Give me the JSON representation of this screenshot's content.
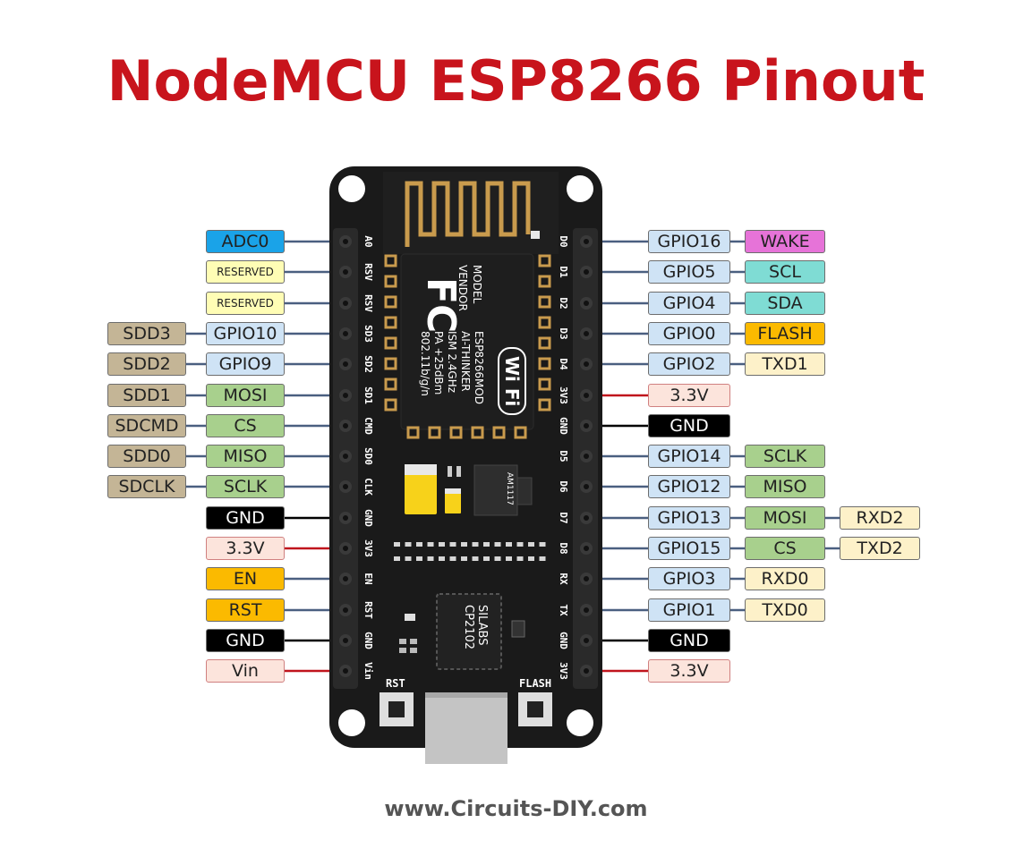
{
  "title": "NodeMCU ESP8266 Pinout",
  "footer": "www.Circuits-DIY.com",
  "colors": {
    "title": "#c8141c",
    "board": "#1a1a1a",
    "adc": "#1aa3e8",
    "reserved": "#fffdb5",
    "sdd": "#c4b596",
    "gpio": "#cfe3f5",
    "spi": "#a8d08d",
    "gnd": "#000000",
    "power": "#fce4dc",
    "control": "#fbba00",
    "wake": "#e673d8",
    "i2c": "#7fdcd4",
    "uart": "#fdf1c9",
    "power_line": "#c0141c"
  },
  "left_pins": [
    {
      "silk": "A0",
      "labels": [
        "ADC0"
      ],
      "kinds": [
        "adc"
      ]
    },
    {
      "silk": "RSV",
      "labels": [
        "RESERVED"
      ],
      "kinds": [
        "reserved"
      ]
    },
    {
      "silk": "RSV",
      "labels": [
        "RESERVED"
      ],
      "kinds": [
        "reserved"
      ]
    },
    {
      "silk": "SD3",
      "labels": [
        "GPIO10",
        "SDD3"
      ],
      "kinds": [
        "gpio",
        "sdd"
      ]
    },
    {
      "silk": "SD2",
      "labels": [
        "GPIO9",
        "SDD2"
      ],
      "kinds": [
        "gpio",
        "sdd"
      ]
    },
    {
      "silk": "SD1",
      "labels": [
        "MOSI",
        "SDD1"
      ],
      "kinds": [
        "spi",
        "sdd"
      ]
    },
    {
      "silk": "CMD",
      "labels": [
        "CS",
        "SDCMD"
      ],
      "kinds": [
        "spi",
        "sdd"
      ]
    },
    {
      "silk": "SD0",
      "labels": [
        "MISO",
        "SDD0"
      ],
      "kinds": [
        "spi",
        "sdd"
      ]
    },
    {
      "silk": "CLK",
      "labels": [
        "SCLK",
        "SDCLK"
      ],
      "kinds": [
        "spi",
        "sdd"
      ]
    },
    {
      "silk": "GND",
      "labels": [
        "GND"
      ],
      "kinds": [
        "gnd"
      ]
    },
    {
      "silk": "3V3",
      "labels": [
        "3.3V"
      ],
      "kinds": [
        "power"
      ]
    },
    {
      "silk": "EN",
      "labels": [
        "EN"
      ],
      "kinds": [
        "control"
      ]
    },
    {
      "silk": "RST",
      "labels": [
        "RST"
      ],
      "kinds": [
        "control"
      ]
    },
    {
      "silk": "GND",
      "labels": [
        "GND"
      ],
      "kinds": [
        "gnd"
      ]
    },
    {
      "silk": "Vin",
      "labels": [
        "Vin"
      ],
      "kinds": [
        "power"
      ]
    }
  ],
  "right_pins": [
    {
      "silk": "D0",
      "labels": [
        "GPIO16",
        "WAKE"
      ],
      "kinds": [
        "gpio",
        "wake"
      ]
    },
    {
      "silk": "D1",
      "labels": [
        "GPIO5",
        "SCL"
      ],
      "kinds": [
        "gpio",
        "i2c"
      ]
    },
    {
      "silk": "D2",
      "labels": [
        "GPIO4",
        "SDA"
      ],
      "kinds": [
        "gpio",
        "i2c"
      ]
    },
    {
      "silk": "D3",
      "labels": [
        "GPIO0",
        "FLASH"
      ],
      "kinds": [
        "gpio",
        "control"
      ]
    },
    {
      "silk": "D4",
      "labels": [
        "GPIO2",
        "TXD1"
      ],
      "kinds": [
        "gpio",
        "uart"
      ]
    },
    {
      "silk": "3V3",
      "labels": [
        "3.3V"
      ],
      "kinds": [
        "power"
      ]
    },
    {
      "silk": "GND",
      "labels": [
        "GND"
      ],
      "kinds": [
        "gnd"
      ]
    },
    {
      "silk": "D5",
      "labels": [
        "GPIO14",
        "SCLK"
      ],
      "kinds": [
        "gpio",
        "spi"
      ]
    },
    {
      "silk": "D6",
      "labels": [
        "GPIO12",
        "MISO"
      ],
      "kinds": [
        "gpio",
        "spi"
      ]
    },
    {
      "silk": "D7",
      "labels": [
        "GPIO13",
        "MOSI",
        "RXD2"
      ],
      "kinds": [
        "gpio",
        "spi",
        "uart"
      ]
    },
    {
      "silk": "D8",
      "labels": [
        "GPIO15",
        "CS",
        "TXD2"
      ],
      "kinds": [
        "gpio",
        "spi",
        "uart"
      ]
    },
    {
      "silk": "RX",
      "labels": [
        "GPIO3",
        "RXD0"
      ],
      "kinds": [
        "gpio",
        "uart"
      ]
    },
    {
      "silk": "TX",
      "labels": [
        "GPIO1",
        "TXD0"
      ],
      "kinds": [
        "gpio",
        "uart"
      ]
    },
    {
      "silk": "GND",
      "labels": [
        "GND"
      ],
      "kinds": [
        "gnd"
      ]
    },
    {
      "silk": "3V3",
      "labels": [
        "3.3V"
      ],
      "kinds": [
        "power"
      ]
    }
  ],
  "module": {
    "fcc": "FC",
    "lines": [
      "MODEL",
      "VENDOR",
      "ESP8266MOD",
      "AI-THINKER",
      "ISM 2.4GHz",
      "PA +25dBm",
      "802.11b/g/n"
    ],
    "wifi": "Wi Fi"
  },
  "regulator": "AM1117",
  "usb_chip": [
    "SILABS",
    "CP2102"
  ],
  "buttons": {
    "left": "RST",
    "right": "FLASH"
  }
}
